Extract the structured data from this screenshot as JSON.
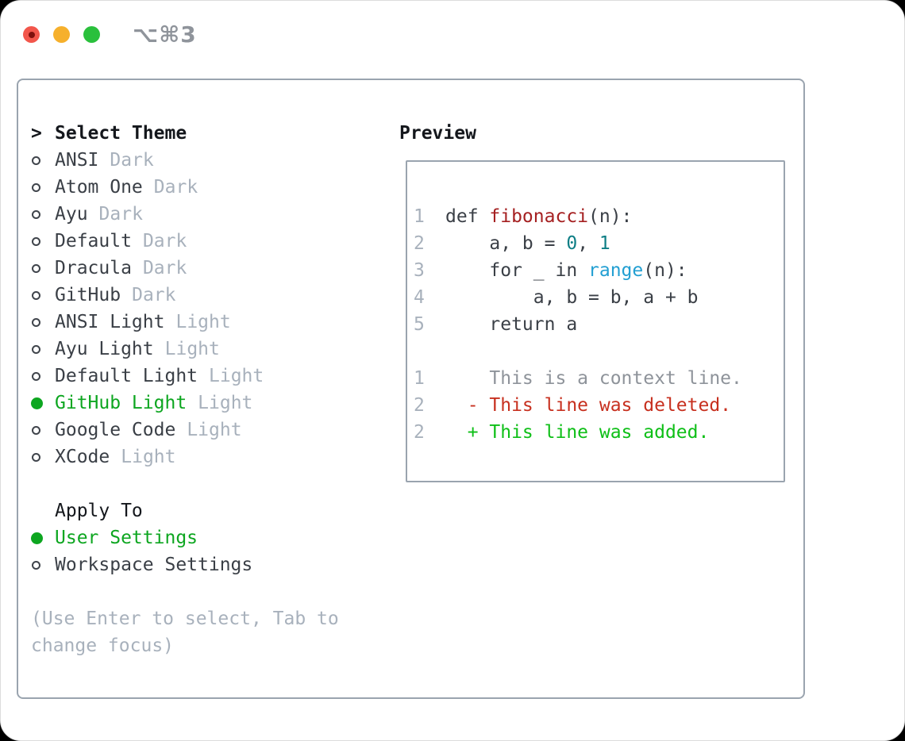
{
  "window": {
    "title": "⌥⌘3"
  },
  "colors": {
    "accent_green": "#0da620",
    "header_text": "#14171c",
    "list_text": "#3a3f46",
    "muted": "#a8b1bc",
    "border": "#9aa4af",
    "code_default": "#3a3f46",
    "code_function_red": "#a52021",
    "code_number_teal": "#0e7e85",
    "code_builtin_blue": "#229fd2",
    "diff_context_gray": "#8e939a",
    "diff_deleted_red": "#c7301f",
    "diff_added_green": "#0ebf17",
    "traffic_red": "#f2564b",
    "traffic_red_dot": "#7e100d",
    "traffic_yellow": "#f6b02c",
    "traffic_green": "#2ac03c"
  },
  "theme_list": {
    "header_prefix": ">",
    "header": "Select Theme",
    "items": [
      {
        "name": "ANSI",
        "tag": "Dark",
        "selected": false
      },
      {
        "name": "Atom One",
        "tag": "Dark",
        "selected": false
      },
      {
        "name": "Ayu",
        "tag": "Dark",
        "selected": false
      },
      {
        "name": "Default",
        "tag": "Dark",
        "selected": false
      },
      {
        "name": "Dracula",
        "tag": "Dark",
        "selected": false
      },
      {
        "name": "GitHub",
        "tag": "Dark",
        "selected": false
      },
      {
        "name": "ANSI Light",
        "tag": "Light",
        "selected": false
      },
      {
        "name": "Ayu Light",
        "tag": "Light",
        "selected": false
      },
      {
        "name": "Default Light",
        "tag": "Light",
        "selected": false
      },
      {
        "name": "GitHub Light",
        "tag": "Light",
        "selected": true
      },
      {
        "name": "Google Code",
        "tag": "Light",
        "selected": false
      },
      {
        "name": "XCode",
        "tag": "Light",
        "selected": false
      }
    ]
  },
  "apply_to": {
    "header": "Apply To",
    "options": [
      {
        "name": "User Settings",
        "selected": true
      },
      {
        "name": "Workspace Settings",
        "selected": false
      }
    ]
  },
  "hint_lines": [
    "(Use Enter to select, Tab to",
    "change focus)"
  ],
  "preview": {
    "header": "Preview",
    "code_lines": [
      {
        "num": "1",
        "tokens": [
          {
            "text": "def ",
            "color": "default"
          },
          {
            "text": "fibonacci",
            "color": "function"
          },
          {
            "text": "(n):",
            "color": "default"
          }
        ]
      },
      {
        "num": "2",
        "tokens": [
          {
            "text": "    a, b = ",
            "color": "default"
          },
          {
            "text": "0",
            "color": "number"
          },
          {
            "text": ", ",
            "color": "default"
          },
          {
            "text": "1",
            "color": "number"
          }
        ]
      },
      {
        "num": "3",
        "tokens": [
          {
            "text": "    for _ in ",
            "color": "default"
          },
          {
            "text": "range",
            "color": "builtin"
          },
          {
            "text": "(n):",
            "color": "default"
          }
        ]
      },
      {
        "num": "4",
        "tokens": [
          {
            "text": "        a, b = b, a + b",
            "color": "default"
          }
        ]
      },
      {
        "num": "5",
        "tokens": [
          {
            "text": "    return a",
            "color": "default"
          }
        ]
      }
    ],
    "diff_lines": [
      {
        "num": "1",
        "tokens": [
          {
            "text": "    This is a context line.",
            "color": "context"
          }
        ]
      },
      {
        "num": "2",
        "tokens": [
          {
            "text": "  - This line was deleted.",
            "color": "deleted"
          }
        ]
      },
      {
        "num": "2",
        "tokens": [
          {
            "text": "  + This line was added.",
            "color": "added"
          }
        ]
      }
    ]
  }
}
